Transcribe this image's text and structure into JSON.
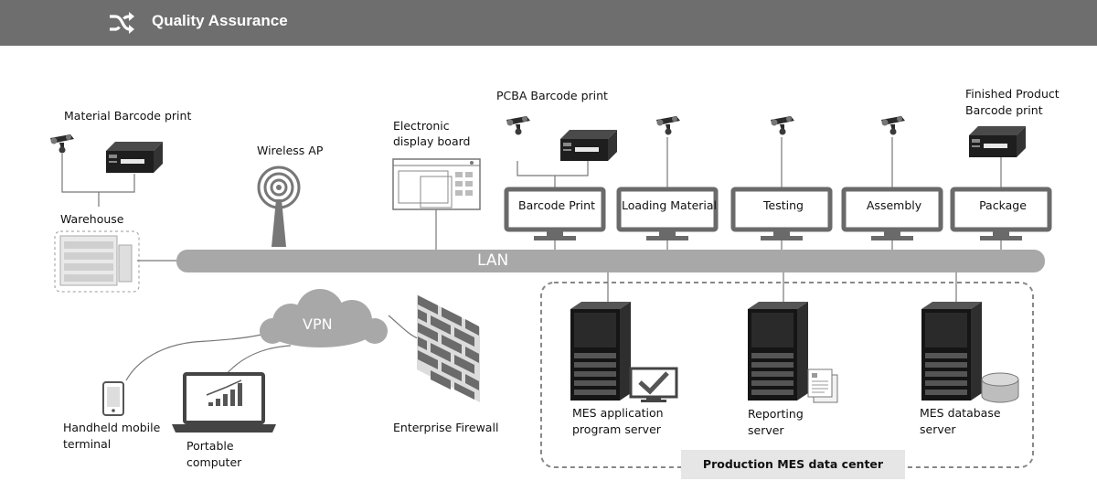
{
  "header": {
    "title": "Quality Assurance",
    "icon": "shuffle-icon"
  },
  "diagram": {
    "labels": {
      "material_barcode": "Material Barcode print",
      "warehouse": "Warehouse",
      "wireless_ap": "Wireless AP",
      "electronic_board_1": "Electronic",
      "electronic_board_2": "display board",
      "pcba_barcode": "PCBA Barcode print",
      "finished_product_1": "Finished Product",
      "finished_product_2": "Barcode print",
      "lan": "LAN",
      "vpn": "VPN",
      "handheld_1": "Handheld mobile",
      "handheld_2": "terminal",
      "portable_1": "Portable",
      "portable_2": "computer",
      "firewall": "Enterprise Firewall",
      "mes_app_1": "MES application",
      "mes_app_2": "program server",
      "reporting_1": "Reporting",
      "reporting_2": "server",
      "mes_db_1": "MES database",
      "mes_db_2": "server",
      "data_center": "Production MES data center"
    },
    "stations": [
      "Barcode Print",
      "Loading Material",
      "Testing",
      "Assembly",
      "Package"
    ]
  }
}
